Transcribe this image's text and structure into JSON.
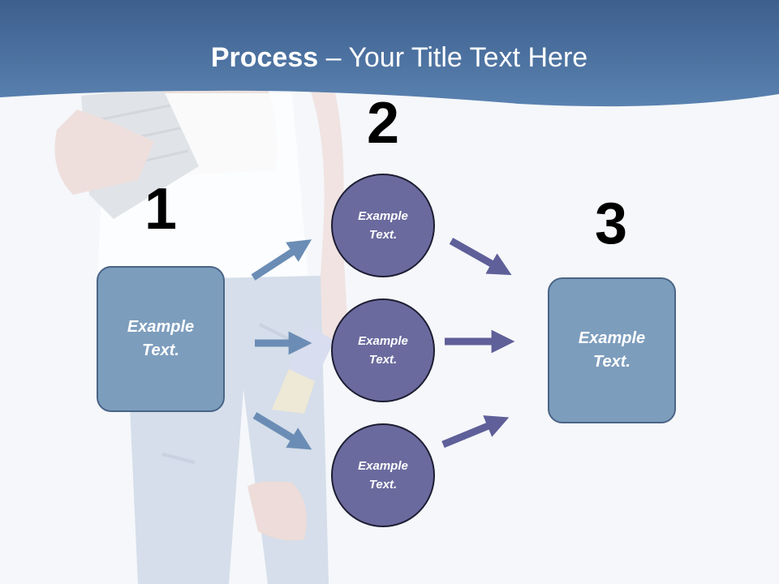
{
  "title": {
    "strong": "Process",
    "rest": " – Your Title Text Here"
  },
  "steps": {
    "one": {
      "number": "1",
      "text": "Example Text."
    },
    "two": {
      "number": "2",
      "items": [
        {
          "text": "Example Text."
        },
        {
          "text": "Example Text."
        },
        {
          "text": "Example Text."
        }
      ]
    },
    "three": {
      "number": "3",
      "text": "Example Text."
    }
  },
  "colors": {
    "header": "#4f77a5",
    "box_fill": "#7d9dbd",
    "circle_fill": "#6a6a9e",
    "arrow_left": "#6b8db5",
    "arrow_right": "#5f5f99"
  }
}
